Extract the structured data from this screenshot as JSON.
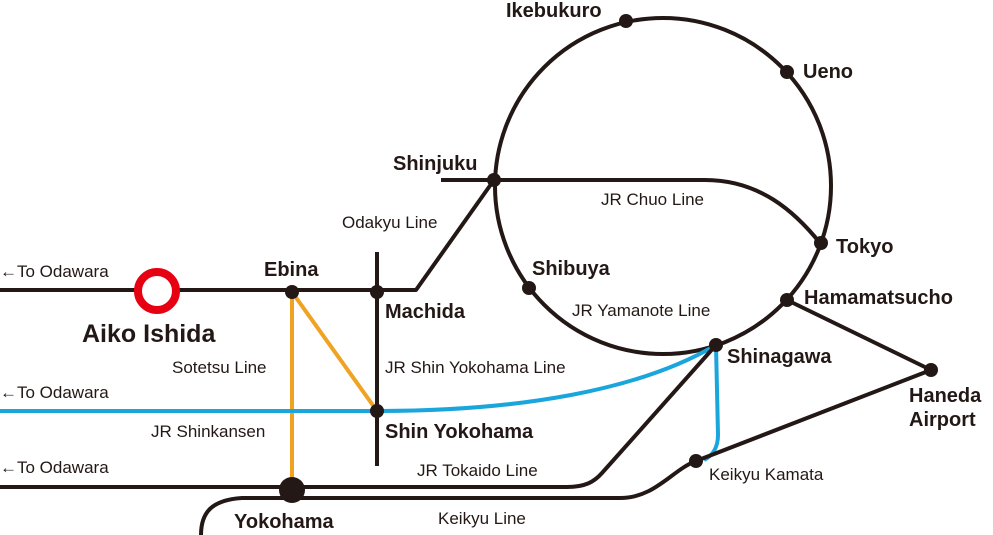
{
  "colors": {
    "rail": "#231815",
    "sotetsu": "#f0a322",
    "shinkansen": "#1aa6dc",
    "home_marker": "#e60012",
    "background": "#ffffff"
  },
  "stations": {
    "ikebukuro": "Ikebukuro",
    "ueno": "Ueno",
    "shinjuku": "Shinjuku",
    "tokyo": "Tokyo",
    "shibuya": "Shibuya",
    "hamamatsucho": "Hamamatsucho",
    "ebina": "Ebina",
    "machida": "Machida",
    "shinagawa": "Shinagawa",
    "haneda_line1": "Haneda",
    "haneda_line2": "Airport",
    "shin_yokohama": "Shin Yokohama",
    "keikyu_kamata": "Keikyu Kamata",
    "yokohama": "Yokohama"
  },
  "home": {
    "label": "Aiko Ishida"
  },
  "lines": {
    "odakyu": "Odakyu Line",
    "chuo": "JR Chuo Line",
    "yamanote": "JR Yamanote Line",
    "sotetsu": "Sotetsu Line",
    "shin_yokohama": "JR Shin Yokohama Line",
    "shinkansen": "JR Shinkansen",
    "tokaido": "JR Tokaido Line",
    "keikyu": "Keikyu Line"
  },
  "directions": {
    "odakyu_west": "←To Odawara",
    "shinkansen_west": "←To Odawara",
    "tokaido_west": "←To Odawara"
  }
}
